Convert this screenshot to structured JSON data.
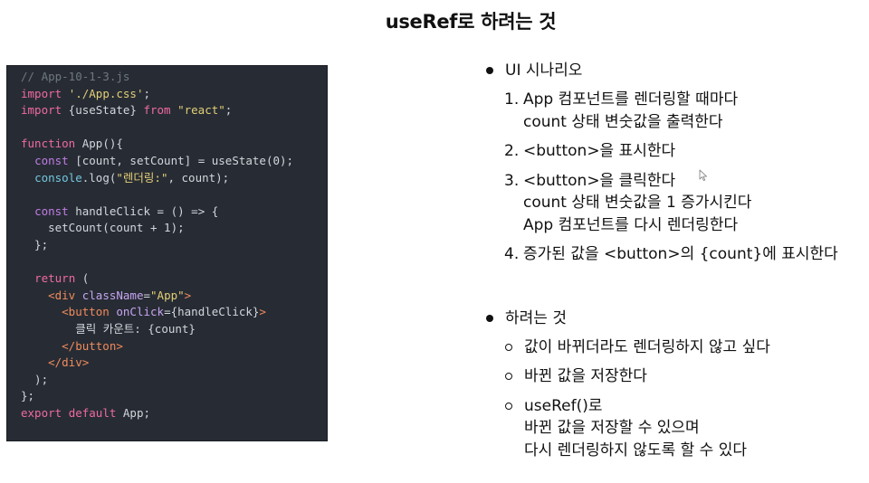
{
  "title": "useRef로 하려는 것",
  "code": {
    "lines": [
      [
        {
          "c": "comment",
          "t": "// App-10-1-3.js"
        }
      ],
      [
        {
          "c": "kw",
          "t": "import"
        },
        {
          "c": "plain",
          "t": " "
        },
        {
          "c": "str",
          "t": "'./App.css'"
        },
        {
          "c": "plain",
          "t": ";"
        }
      ],
      [
        {
          "c": "kw",
          "t": "import"
        },
        {
          "c": "plain",
          "t": " {useState} "
        },
        {
          "c": "kw",
          "t": "from"
        },
        {
          "c": "plain",
          "t": " "
        },
        {
          "c": "str",
          "t": "\"react\""
        },
        {
          "c": "plain",
          "t": ";"
        }
      ],
      [],
      [
        {
          "c": "kw",
          "t": "function"
        },
        {
          "c": "plain",
          "t": " App(){"
        }
      ],
      [
        {
          "c": "plain",
          "t": "  "
        },
        {
          "c": "kw2",
          "t": "const"
        },
        {
          "c": "plain",
          "t": " [count, setCount] = useState(0);"
        }
      ],
      [
        {
          "c": "plain",
          "t": "  "
        },
        {
          "c": "fn",
          "t": "console"
        },
        {
          "c": "plain",
          "t": ".log("
        },
        {
          "c": "str",
          "t": "\"렌더링:\""
        },
        {
          "c": "plain",
          "t": ", count);"
        }
      ],
      [],
      [
        {
          "c": "plain",
          "t": "  "
        },
        {
          "c": "kw2",
          "t": "const"
        },
        {
          "c": "plain",
          "t": " handleClick = () => {"
        }
      ],
      [
        {
          "c": "plain",
          "t": "    setCount(count + 1);"
        }
      ],
      [
        {
          "c": "plain",
          "t": "  };"
        }
      ],
      [],
      [
        {
          "c": "plain",
          "t": "  "
        },
        {
          "c": "kw",
          "t": "return"
        },
        {
          "c": "plain",
          "t": " ("
        }
      ],
      [
        {
          "c": "plain",
          "t": "    "
        },
        {
          "c": "tag",
          "t": "<div"
        },
        {
          "c": "plain",
          "t": " "
        },
        {
          "c": "attr",
          "t": "className"
        },
        {
          "c": "plain",
          "t": "="
        },
        {
          "c": "str",
          "t": "\"App\""
        },
        {
          "c": "tag",
          "t": ">"
        }
      ],
      [
        {
          "c": "plain",
          "t": "      "
        },
        {
          "c": "tag",
          "t": "<button"
        },
        {
          "c": "plain",
          "t": " "
        },
        {
          "c": "attr",
          "t": "onClick"
        },
        {
          "c": "plain",
          "t": "={handleClick}"
        },
        {
          "c": "tag",
          "t": ">"
        }
      ],
      [
        {
          "c": "plain",
          "t": "        클릭 카운트: {count}"
        }
      ],
      [
        {
          "c": "plain",
          "t": "      "
        },
        {
          "c": "tag",
          "t": "</button>"
        }
      ],
      [
        {
          "c": "plain",
          "t": "    "
        },
        {
          "c": "tag",
          "t": "</div>"
        }
      ],
      [
        {
          "c": "plain",
          "t": "  );"
        }
      ],
      [
        {
          "c": "plain",
          "t": "};"
        }
      ],
      [
        {
          "c": "kw",
          "t": "export"
        },
        {
          "c": "plain",
          "t": " "
        },
        {
          "c": "kw",
          "t": "default"
        },
        {
          "c": "plain",
          "t": " App;"
        }
      ]
    ]
  },
  "section1": {
    "heading": "UI 시나리오",
    "items": [
      {
        "num": "1.",
        "lines": [
          "App 컴포넌트를 렌더링할 때마다",
          "count 상태 변숫값을 출력한다"
        ]
      },
      {
        "num": "2.",
        "lines": [
          "<button>을 표시한다"
        ]
      },
      {
        "num": "3.",
        "lines": [
          "<button>을 클릭한다",
          "count 상태 변숫값을 1 증가시킨다",
          "App 컴포넌트를 다시 렌더링한다"
        ]
      },
      {
        "num": "4.",
        "lines": [
          "증가된 값을 <button>의 {count}에 표시한다"
        ]
      }
    ]
  },
  "section2": {
    "heading": "하려는 것",
    "items": [
      {
        "lines": [
          "값이 바뀌더라도 렌더링하지 않고 싶다"
        ]
      },
      {
        "lines": [
          "바뀐 값을 저장한다"
        ]
      },
      {
        "lines": [
          "useRef()로",
          "바뀐 값을 저장할 수 있으며",
          "다시 렌더링하지 않도록 할 수 있다"
        ]
      }
    ]
  },
  "icons": {
    "cursor": "mouse-pointer-icon"
  }
}
